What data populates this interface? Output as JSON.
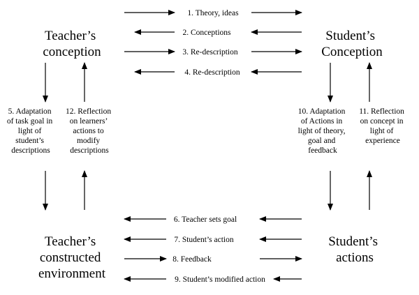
{
  "nodes": {
    "teacher_conception": [
      "Teacher’s",
      "conception"
    ],
    "student_conception": [
      "Student’s",
      "Conception"
    ],
    "teacher_environment": [
      "Teacher’s",
      "constructed",
      "environment"
    ],
    "student_actions": [
      "Student’s",
      "actions"
    ]
  },
  "top_edges": [
    {
      "label": "1. Theory, ideas",
      "direction": "right"
    },
    {
      "label": "2. Conceptions",
      "direction": "left"
    },
    {
      "label": "3. Re-description",
      "direction": "right"
    },
    {
      "label": "4. Re-description",
      "direction": "left"
    }
  ],
  "bottom_edges": [
    {
      "label": "6. Teacher sets goal",
      "direction": "left"
    },
    {
      "label": "7. Student’s action",
      "direction": "left"
    },
    {
      "label": "8. Feedback",
      "direction": "right"
    },
    {
      "label": "9. Student’s modified action",
      "direction": "left"
    }
  ],
  "side_edges": {
    "left_down": [
      "5. Adaptation",
      "of task goal in",
      "light of",
      "student’s",
      "descriptions"
    ],
    "left_up": [
      "12. Reflection",
      "on learners’",
      "actions to",
      "modify",
      "descriptions"
    ],
    "right_down": [
      "10. Adaptation",
      "of Actions in",
      "light of theory,",
      "goal and",
      "feedback"
    ],
    "right_up": [
      "11. Reflection",
      "on concept in",
      "light of",
      "experience"
    ]
  }
}
